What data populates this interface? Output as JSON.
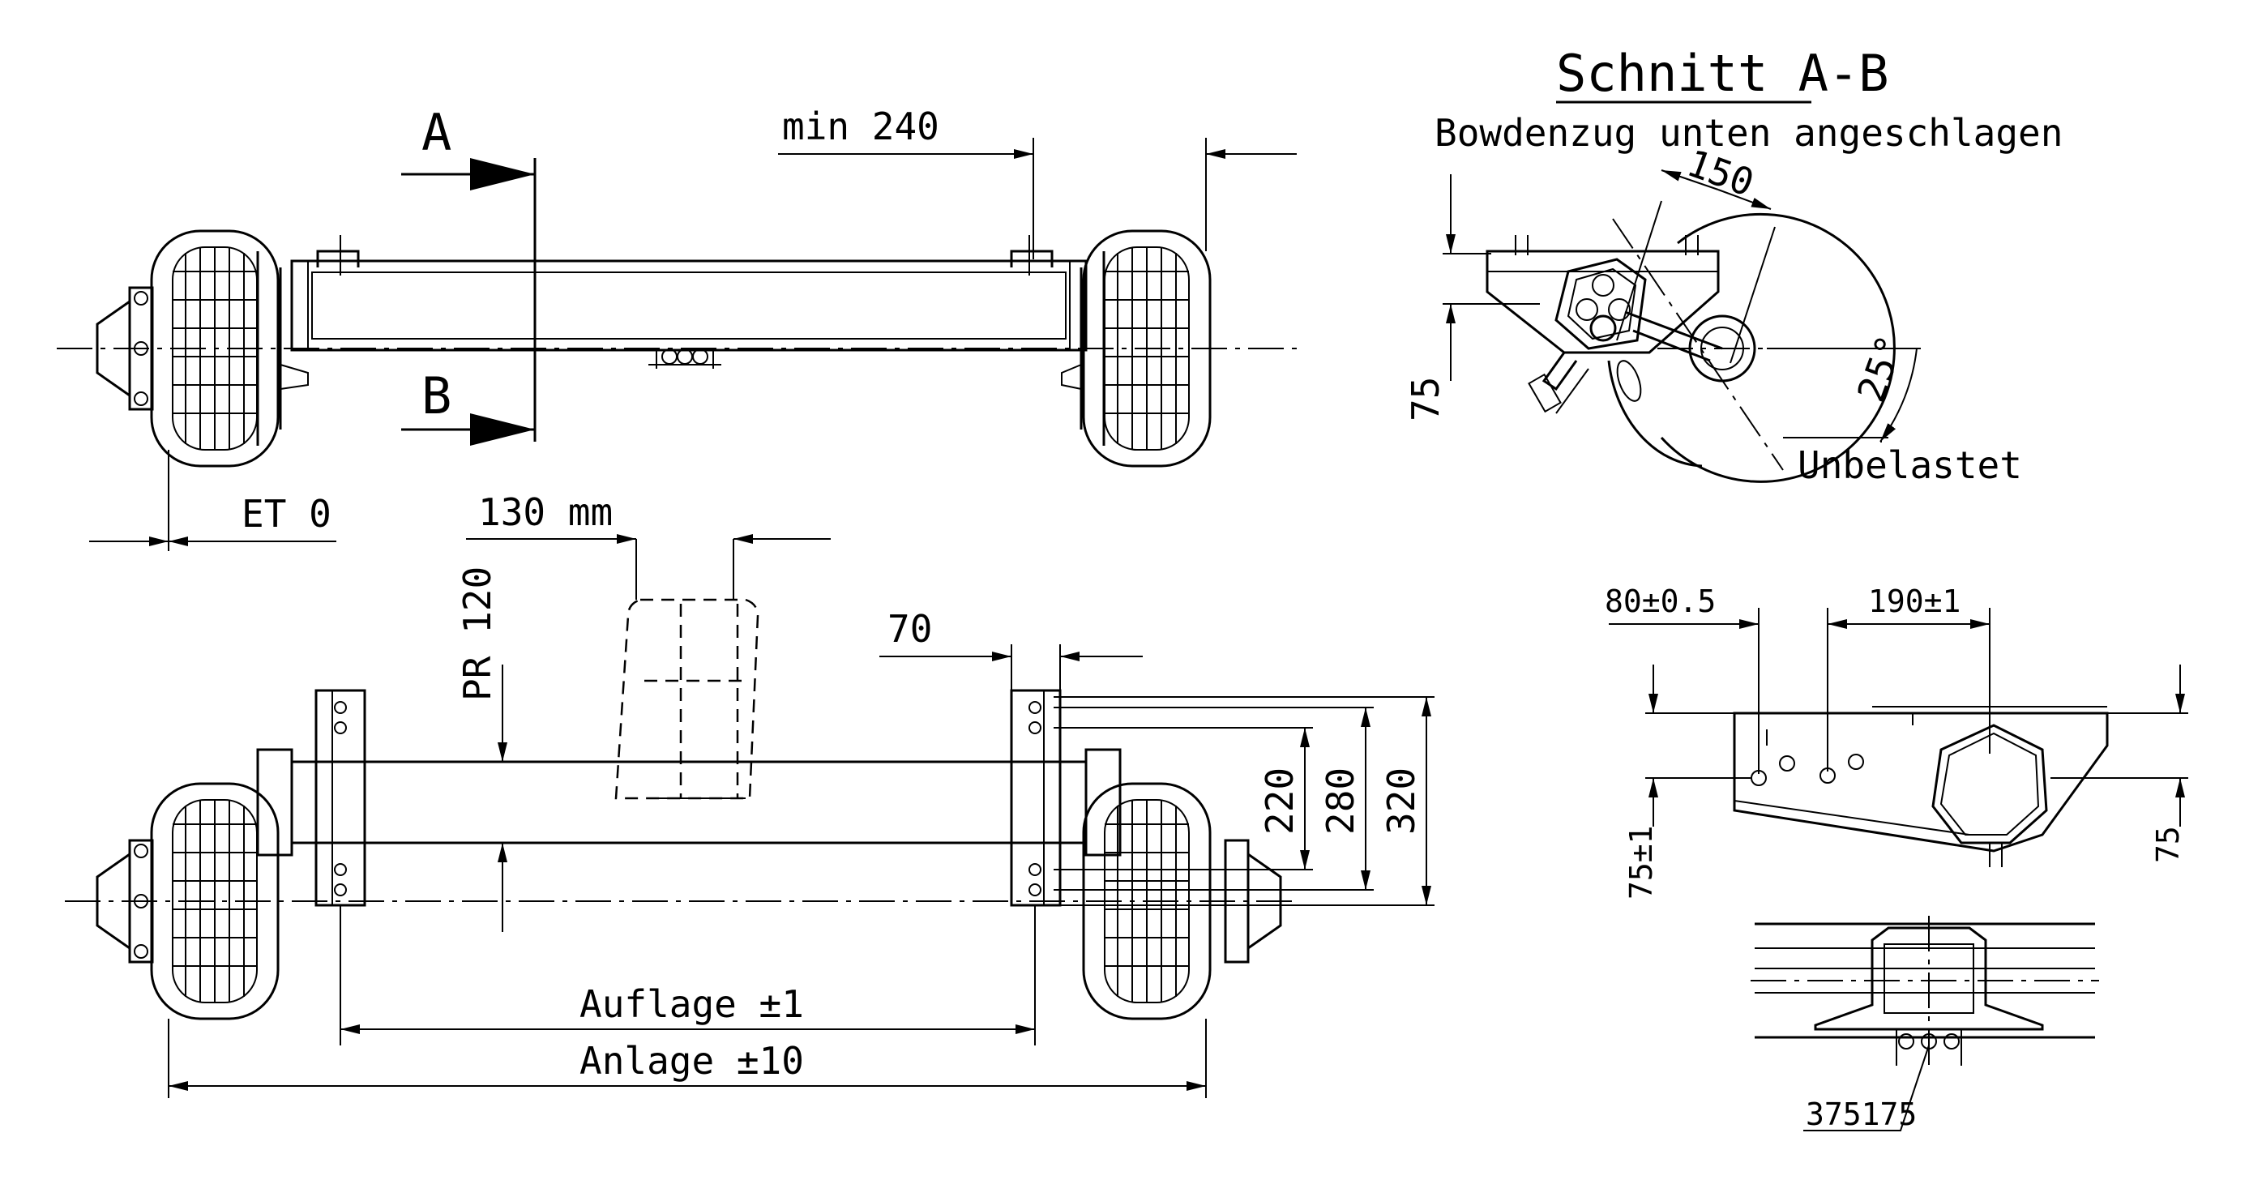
{
  "top_view": {
    "section_mark_a": "A",
    "section_mark_b": "B",
    "dim_min": "min 240",
    "dim_offset": "ET 0"
  },
  "section_view": {
    "title": "Schnitt A-B",
    "subtitle": "Bowdenzug unten angeschlagen",
    "dim_150": "150",
    "dim_angle": "25°",
    "dim_75": "75",
    "state_label": "Unbelastet"
  },
  "front_view": {
    "dim_130": "130 mm",
    "dim_pr": "PR 120",
    "dim_70": "70",
    "dim_220": "220",
    "dim_280": "280",
    "dim_320": "320",
    "dim_auflage": "Auflage ±1",
    "dim_anlage": "Anlage ±10"
  },
  "bracket_view": {
    "dim_80": "80±0.5",
    "dim_190": "190±1",
    "dim_75_left": "75±1",
    "dim_75_right": "75",
    "part_number": "375175"
  }
}
